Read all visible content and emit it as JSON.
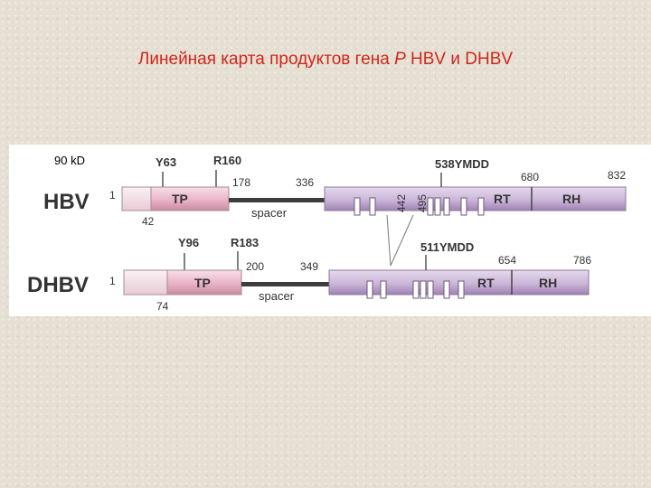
{
  "title": {
    "prefix": "Линейная карта продуктов гена ",
    "italic": "P",
    "suffix": " HBV и DHBV"
  },
  "figure": {
    "weight_label": "90 kD",
    "hbv": {
      "name": "HBV",
      "start": "1",
      "tp_start": "42",
      "y_site": "Y63",
      "r_site": "R160",
      "tp_end": "178",
      "spacer_end": "336",
      "motif_a": "442",
      "motif_b": "495",
      "ymdd": "538YMDD",
      "rt_end": "680",
      "end": "832",
      "tp_label": "TP",
      "spacer_label": "spacer",
      "rt_label": "RT",
      "rh_label": "RH"
    },
    "dhbv": {
      "name": "DHBV",
      "start": "1",
      "tp_start": "74",
      "y_site": "Y96",
      "r_site": "R183",
      "tp_end": "200",
      "spacer_end": "349",
      "ymdd": "511YMDD",
      "rt_end": "654",
      "end": "786",
      "tp_label": "TP",
      "spacer_label": "spacer",
      "rt_label": "RT",
      "rh_label": "RH"
    },
    "colors": {
      "tp": "#e9b3c7",
      "tp_start": "#f3dde4",
      "rt": "#cbb6d8",
      "spacer": "#3d3d3d",
      "title": "#d1261a"
    }
  }
}
